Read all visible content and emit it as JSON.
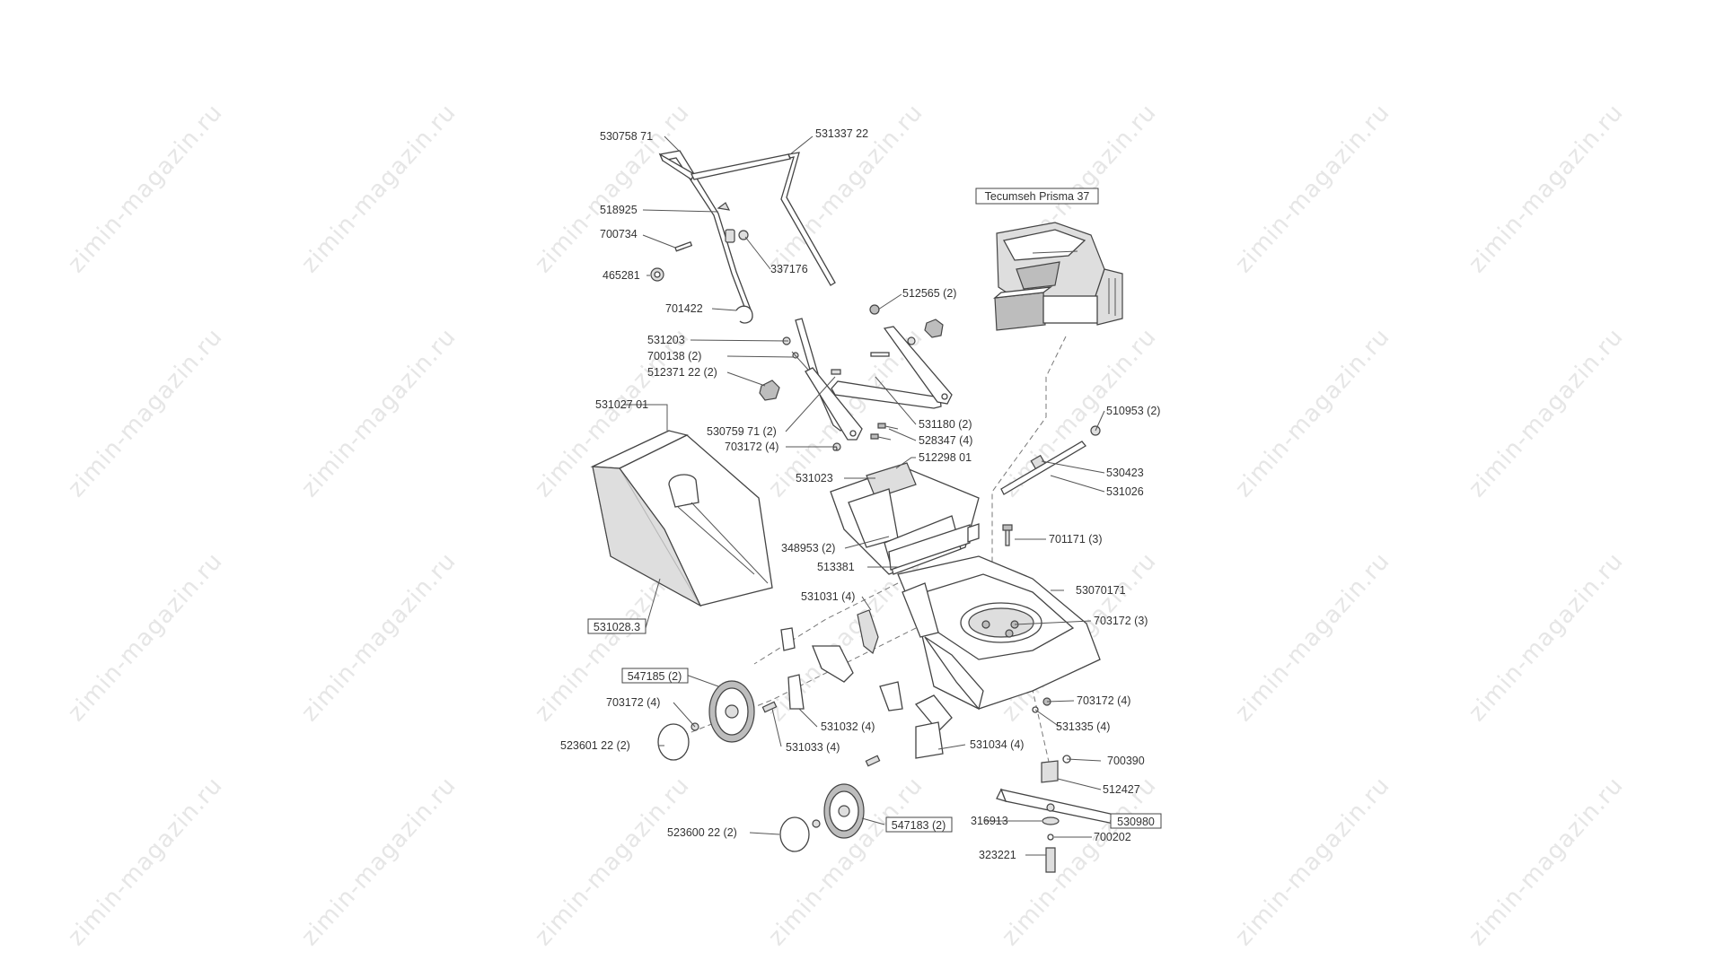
{
  "watermark": {
    "text": "zimin-magazin.ru"
  },
  "engine_box": "Tecumseh Prisma 37",
  "labels": {
    "p530758": "530758 71",
    "p531337": "531337 22",
    "p518925": "518925",
    "p700734": "700734",
    "p337176": "337176",
    "p465281": "465281",
    "p701422": "701422",
    "p512565": "512565 (2)",
    "p531203": "531203",
    "p700138": "700138 (2)",
    "p512371": "512371 22 (2)",
    "p531027": "531027 01",
    "p530759": "530759 71 (2)",
    "p703172a": "703172 (4)",
    "p531180": "531180 (2)",
    "p528347": "528347 (4)",
    "p512298": "512298 01",
    "p531023": "531023",
    "p510953": "510953 (2)",
    "p530423": "530423",
    "p531026": "531026",
    "p348953": "348953 (2)",
    "p701171": "701171 (3)",
    "p513381": "513381",
    "p530701": "53070171",
    "p531031": "531031 (4)",
    "p703172b": "703172 (3)",
    "p531028": "531028.3",
    "p547185": "547185 (2)",
    "p703172c": "703172 (4)",
    "p703172d": "703172 (4)",
    "p531032": "531032 (4)",
    "p531335": "531335 (4)",
    "p523601": "523601 22 (2)",
    "p531033": "531033 (4)",
    "p531034": "531034 (4)",
    "p700390": "700390",
    "p512427": "512427",
    "p316913": "316913",
    "p530980": "530980",
    "p547183": "547183 (2)",
    "p523600": "523600 22 (2)",
    "p700202": "700202",
    "p323221": "323221"
  }
}
